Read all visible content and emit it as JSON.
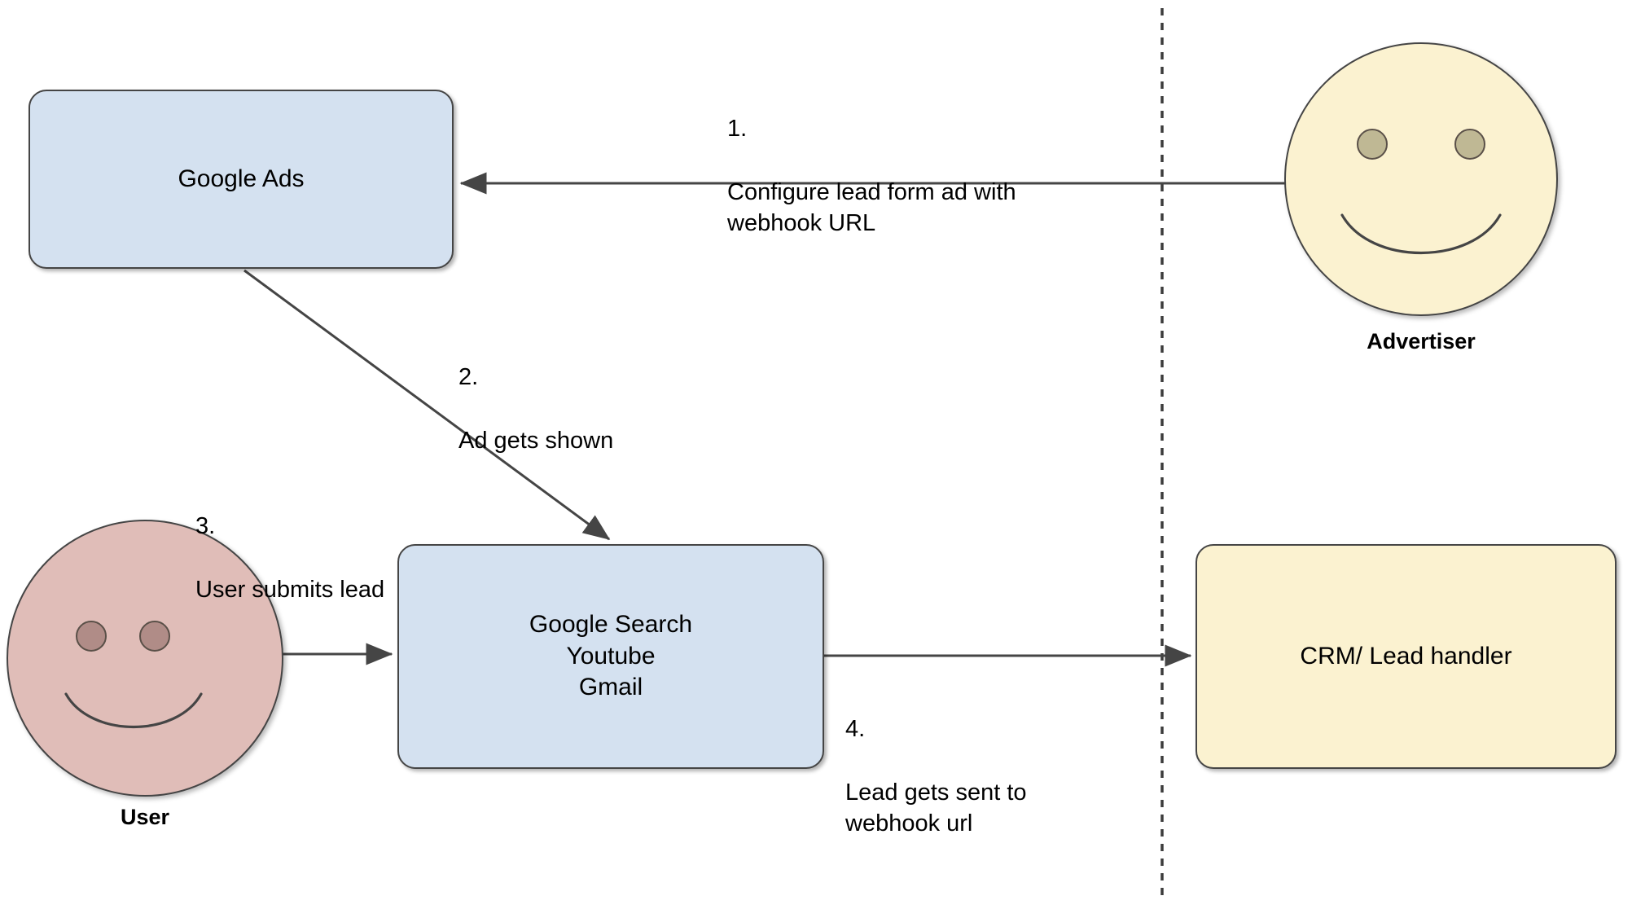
{
  "diagram": {
    "title": "Google Ads lead form webhook flow",
    "colors": {
      "box_blue": "#d4e1f0",
      "box_cream": "#fbf2d0",
      "face_advertiser": "#fbf2d0",
      "face_user": "#e0bdb8",
      "eye_advertiser": "#bfb894",
      "eye_user": "#b08c87",
      "stroke": "#454545",
      "text": "#000000"
    },
    "nodes": {
      "google_ads": {
        "label": "Google Ads",
        "shape": "rounded-rect",
        "fill": "#d4e1f0"
      },
      "google_surfaces": {
        "label": "Google Search\nYoutube\nGmail",
        "shape": "rounded-rect",
        "fill": "#d4e1f0"
      },
      "crm": {
        "label": "CRM/ Lead handler",
        "shape": "rounded-rect",
        "fill": "#fbf2d0"
      }
    },
    "actors": {
      "advertiser": {
        "caption": "Advertiser",
        "shape": "smiley-circle",
        "fill": "#fbf2d0"
      },
      "user": {
        "caption": "User",
        "shape": "smiley-circle",
        "fill": "#e0bdb8"
      }
    },
    "steps": [
      {
        "number": "1.",
        "text": "Configure lead form ad with webhook URL",
        "from": "advertiser",
        "to": "google_ads"
      },
      {
        "number": "2.",
        "text": "Ad gets shown",
        "from": "google_ads",
        "to": "google_surfaces"
      },
      {
        "number": "3.",
        "text": "User submits lead",
        "from": "user",
        "to": "google_surfaces"
      },
      {
        "number": "4.",
        "text": "Lead gets sent to webhook url",
        "from": "google_surfaces",
        "to": "crm"
      }
    ],
    "divider": {
      "style": "dashed-vertical",
      "meaning": "boundary between Google side and advertiser side"
    }
  }
}
